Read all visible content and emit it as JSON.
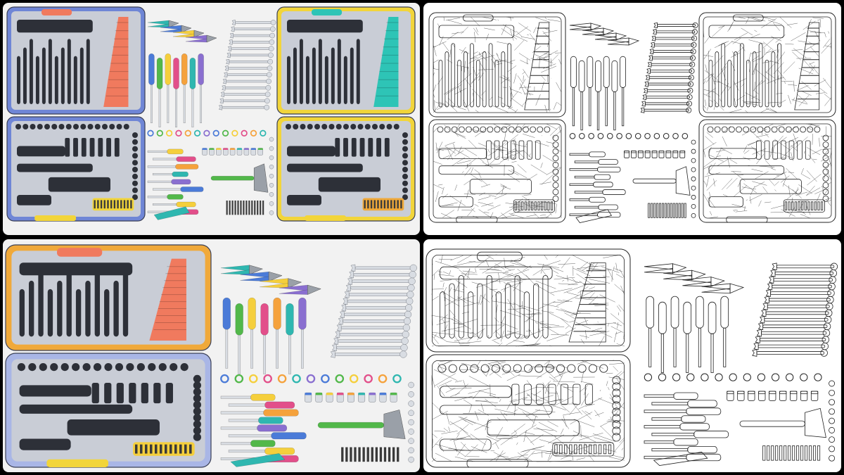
{
  "scene": {
    "description_free": true,
    "colors": {
      "background_frame": "#000000",
      "studio": "#f2f2f2",
      "wire_bg": "#ffffff",
      "wire_line": "#222222",
      "case_blue": "#6f86d6",
      "case_blue_pale": "#a9b6e6",
      "case_yellow": "#f2d53a",
      "case_orange": "#f0a93a",
      "insert_gray": "#c9cdd6",
      "slot_dark": "#2d3038",
      "wrench_coral": "#f07a5e",
      "wrench_teal": "#2ec4b6",
      "insert_coral": "#f07a5e",
      "insert_teal": "#2ec4b6",
      "steel": "#d9dde3",
      "handle_blue": "#4b7bd8",
      "handle_green": "#52b84a",
      "handle_yellow": "#f5cf3c",
      "handle_pink": "#e24f8a",
      "handle_purple": "#8a6fd0",
      "handle_orange": "#f5a23c",
      "handle_teal": "#2fb7b0"
    },
    "panels": [
      {
        "name": "top-left-color-renders",
        "style": "color"
      },
      {
        "name": "top-right-wireframe-renders",
        "style": "wireframe"
      },
      {
        "name": "bottom-left-color-closeup",
        "style": "color"
      },
      {
        "name": "bottom-right-wireframe-closeup",
        "style": "wireframe"
      }
    ]
  }
}
